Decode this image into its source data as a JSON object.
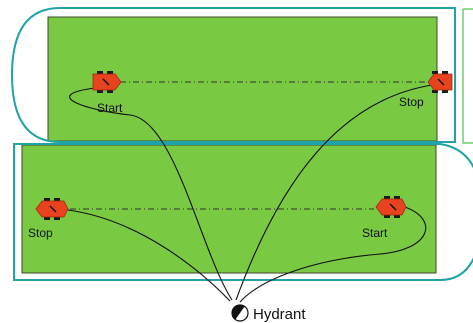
{
  "colors": {
    "field": "#7ac943",
    "field_border": "#3a4a2a",
    "hose_loop": "#1fa3a8",
    "sprinkler_body": "#e8431e",
    "wheel": "#1a1a1a",
    "hose": "#111111",
    "path": "#333333",
    "side_border": "#6fd06f"
  },
  "labels": {
    "top_start": "Start",
    "top_stop": "Stop",
    "bottom_stop": "Stop",
    "bottom_start": "Start",
    "hydrant": "Hydrant"
  },
  "icons": {
    "sprinkler": "sprinkler-cart-icon",
    "hydrant": "hydrant-icon"
  }
}
